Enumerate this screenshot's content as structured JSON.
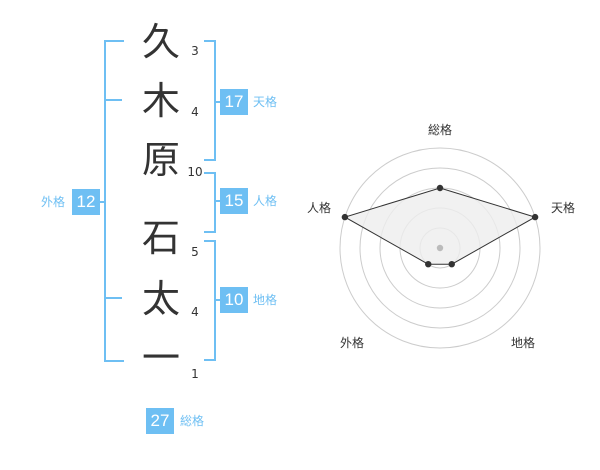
{
  "name": {
    "chars": [
      "久",
      "木",
      "原",
      "石",
      "太",
      "一"
    ],
    "strokes": [
      "3",
      "4",
      "10",
      "5",
      "4",
      "1"
    ]
  },
  "fortune": {
    "tenkaku": {
      "value": "17",
      "label": "天格"
    },
    "jinkaku": {
      "value": "15",
      "label": "人格"
    },
    "chikaku": {
      "value": "10",
      "label": "地格"
    },
    "gaikaku": {
      "value": "12",
      "label": "外格"
    },
    "soukaku": {
      "value": "27",
      "label": "総格"
    }
  },
  "chart_data": {
    "type": "radar",
    "axes": [
      "総格",
      "天格",
      "地格",
      "外格",
      "人格"
    ],
    "values": [
      3,
      5,
      1,
      1,
      5
    ],
    "max": 5,
    "rings": 5
  },
  "colors": {
    "accent": "#6ebff3",
    "text": "#333333",
    "ring": "#cccccc",
    "fill": "#eeeeee",
    "polygon": "#333333",
    "center": "#bbbbbb"
  }
}
